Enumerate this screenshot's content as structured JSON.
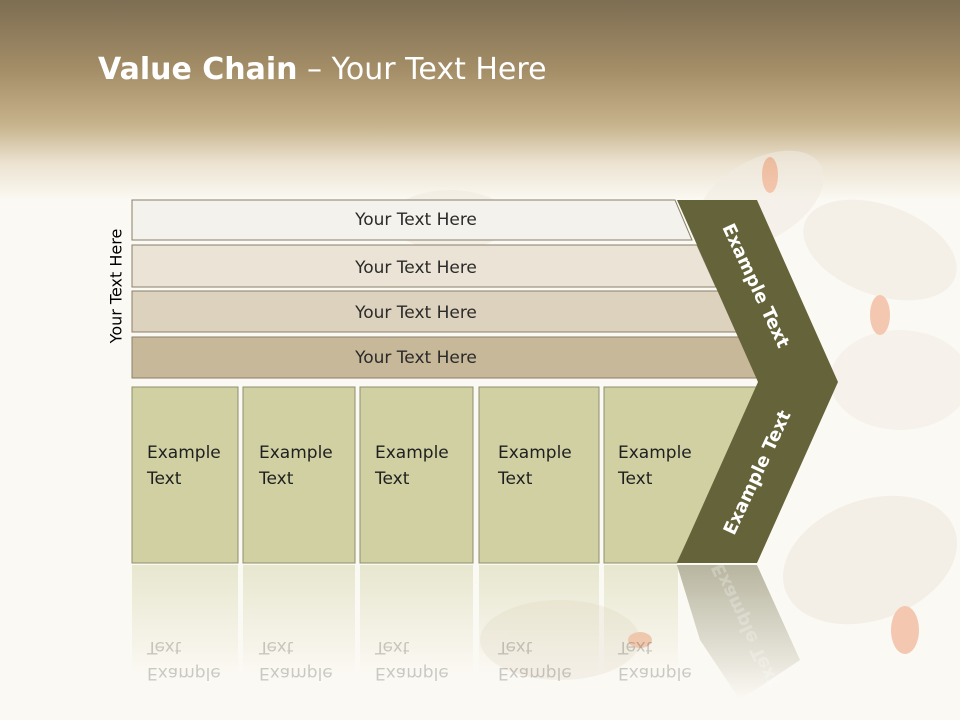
{
  "title": {
    "bold": "Value Chain",
    "rest": " – Your Text Here"
  },
  "side_label": "Your Text Here",
  "rows": [
    {
      "label": "Your Text Here",
      "fill": "#f4f2ec"
    },
    {
      "label": "Your Text Here",
      "fill": "#ebe4d6"
    },
    {
      "label": "Your Text Here",
      "fill": "#ddd2be"
    },
    {
      "label": "Your Text Here",
      "fill": "#c8b89a"
    }
  ],
  "boxes": [
    {
      "line1": "Example",
      "line2": "Text"
    },
    {
      "line1": "Example",
      "line2": "Text"
    },
    {
      "line1": "Example",
      "line2": "Text"
    },
    {
      "line1": "Example",
      "line2": "Text"
    },
    {
      "line1": "Example",
      "line2": "Text"
    }
  ],
  "arrow_top_label": "Example Text",
  "arrow_bottom_label": "Example Text",
  "colors": {
    "box_fill": "#d0d0a3",
    "arrow_fill": "#656339",
    "header_band": "#a48e68"
  }
}
